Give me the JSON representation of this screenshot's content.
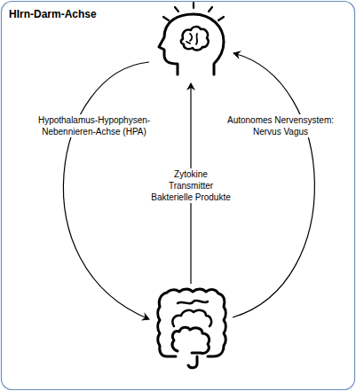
{
  "diagram": {
    "title": "HIrn-Darm-Achse",
    "labels": [
      "Hypothalamus-Hypophysen-Nebennieren-Achse (HPA)",
      "Zytokine",
      "Transmitter",
      "Bakterielle Produkte",
      "Autonomes Nervensystem: Nervus Vagus"
    ]
  }
}
